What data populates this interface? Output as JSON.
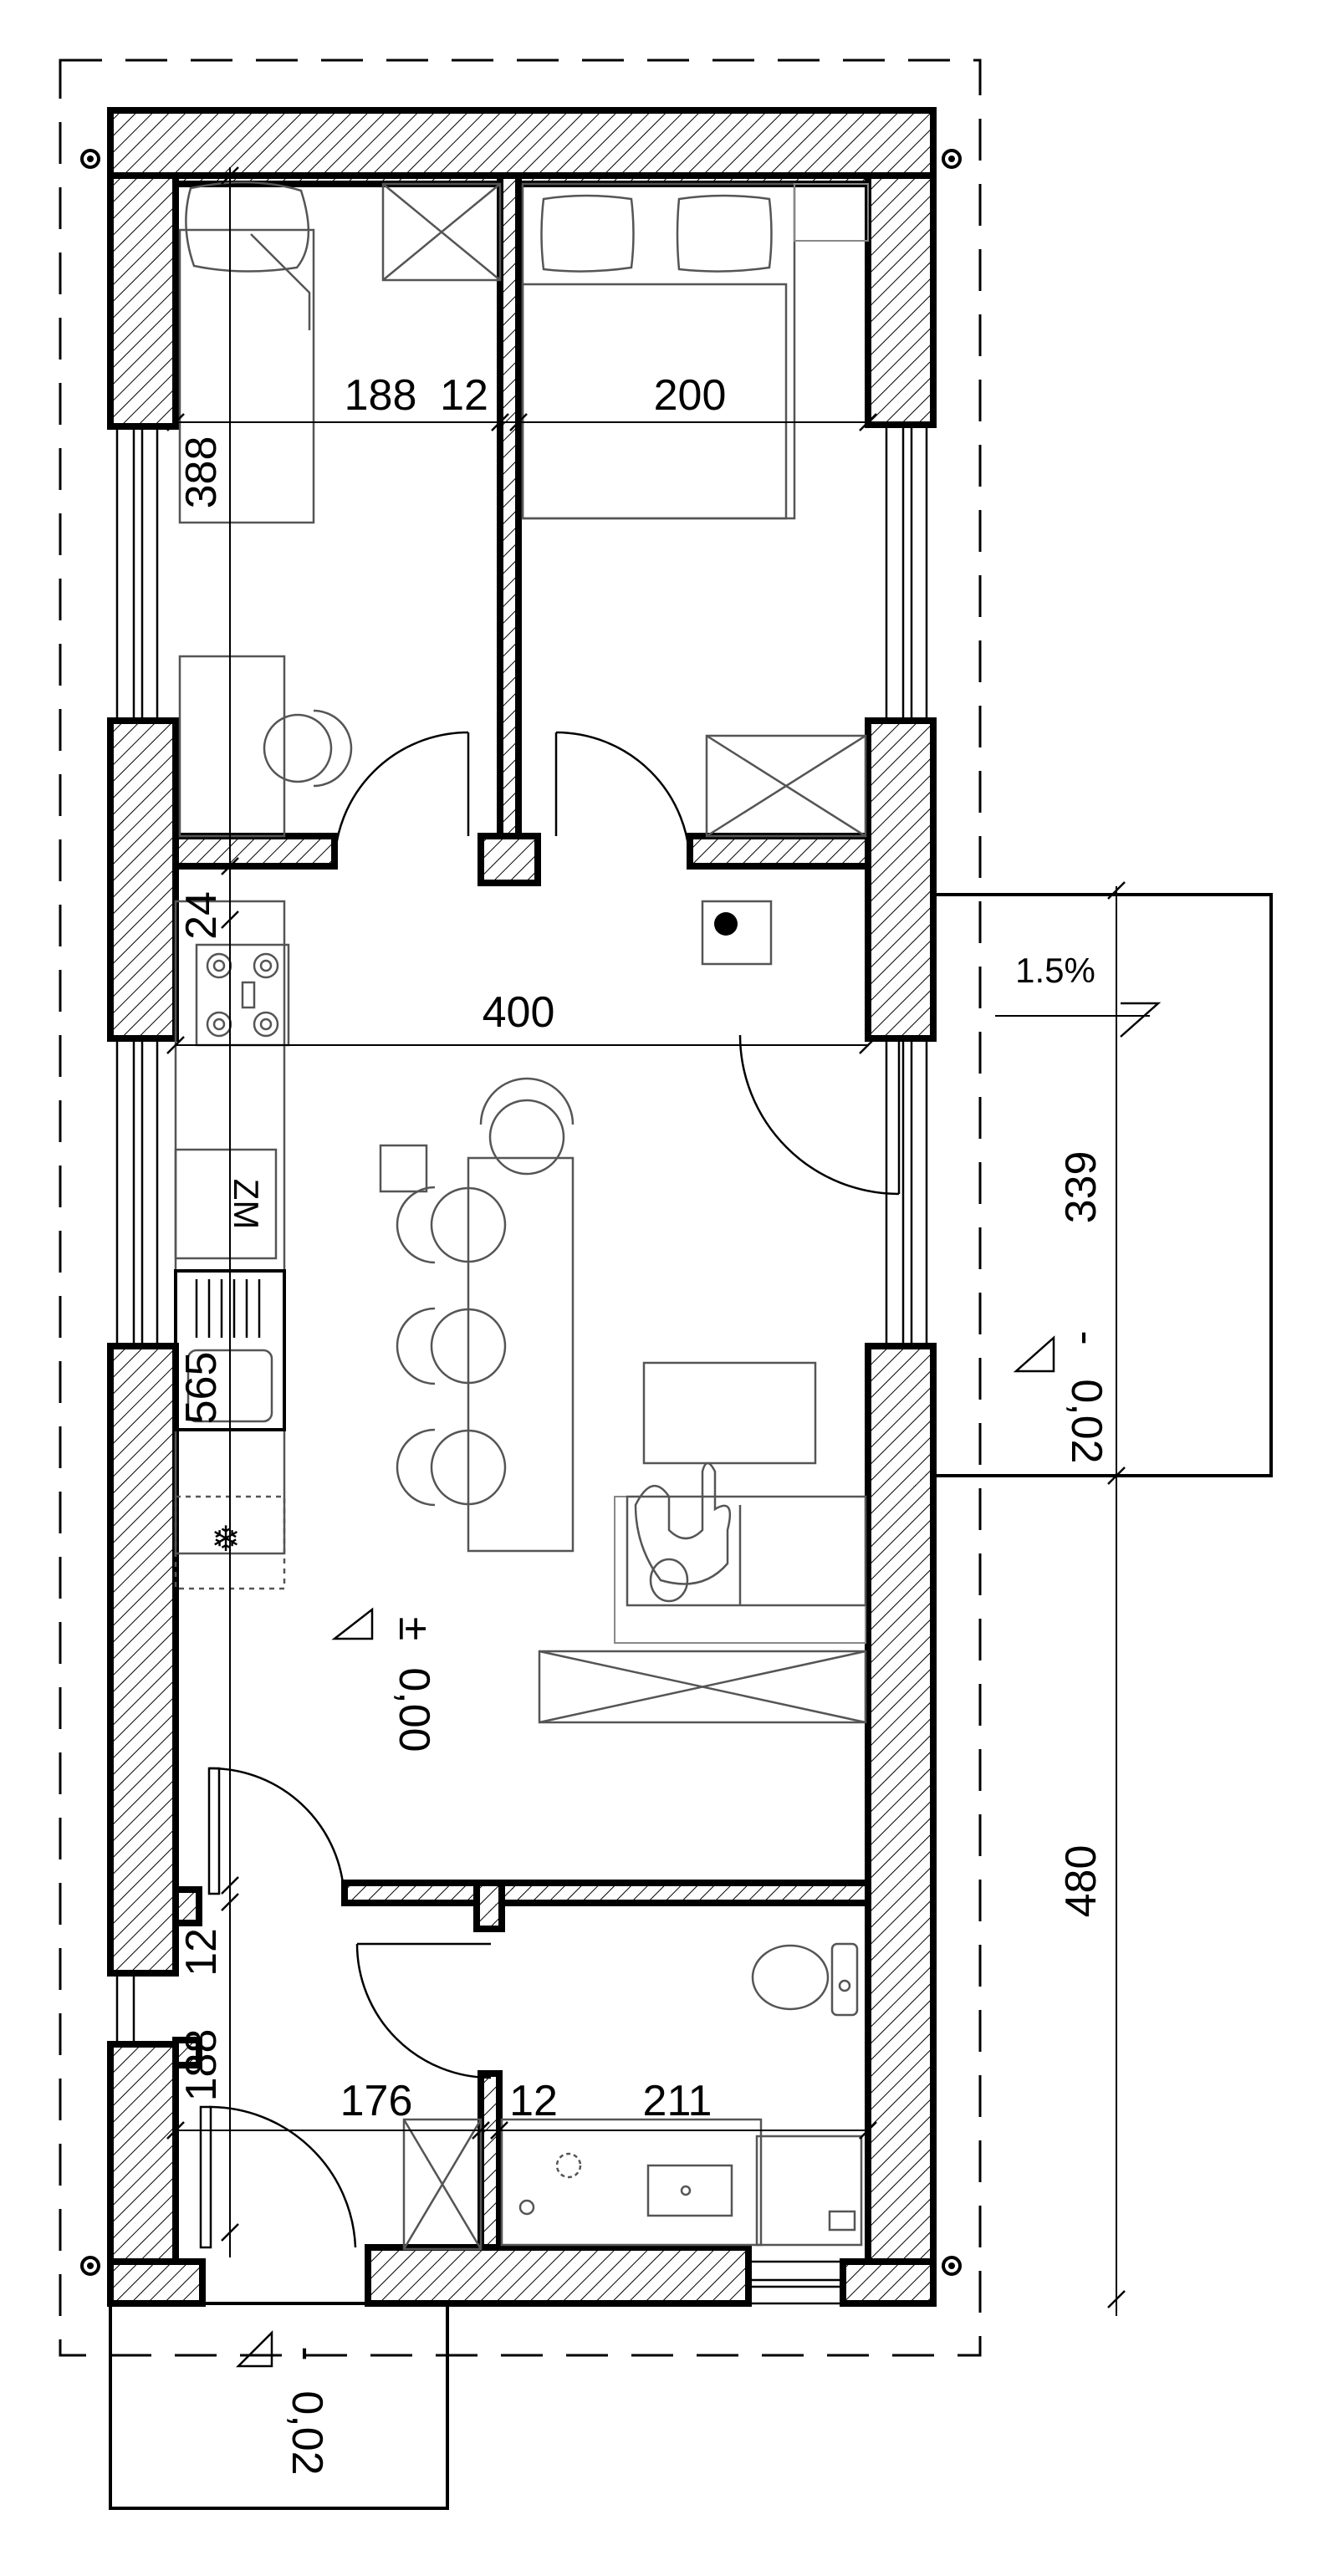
{
  "dimensions": {
    "bedroom_small_width": "188",
    "partition_top": "12",
    "bedroom_large_width": "200",
    "bedroom_depth": "388",
    "corridor_depth": "24",
    "living_width": "400",
    "kitchen_segment": "565",
    "porch_side_depth": "339",
    "bath_side_depth": "480",
    "entry_partition": "12",
    "entry_depth": "188",
    "hall_width": "176",
    "partition_bottom": "12",
    "bathroom_width": "211"
  },
  "levels": {
    "floor_sign": "±",
    "floor_value": "0,00",
    "porch_sign": "-",
    "porch_value": "0,02",
    "entry_sign": "-",
    "entry_value": "0,02",
    "slope": "1.5%"
  },
  "appliances": {
    "washer_label": "ZM",
    "fridge_symbol": "❄"
  }
}
